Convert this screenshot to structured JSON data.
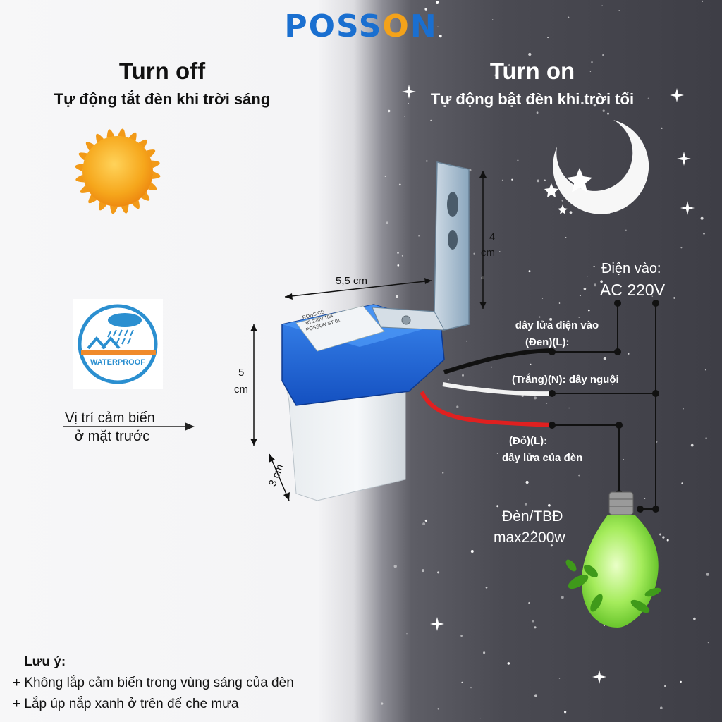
{
  "brand": {
    "prefix": "POSS",
    "o": "O",
    "suffix": "N"
  },
  "left": {
    "title": "Turn off",
    "subtitle": "Tự động tắt đèn khi trời sáng"
  },
  "right": {
    "title": "Turn on",
    "subtitle": "Tự động bật đèn khi trời tối"
  },
  "waterproof": {
    "label": "WATERPROOF"
  },
  "sensor_hint": {
    "line1": "Vị trí cảm biến",
    "line2": "ở mặt trước"
  },
  "dimensions": {
    "width": "5,5 cm",
    "height_num": "4",
    "height_unit": "cm",
    "body_num": "5",
    "body_unit": "cm",
    "depth": "3 cm"
  },
  "device_label": {
    "line1": "ROHS CE",
    "line2": "AC 220V 10A",
    "line3": "POSSON ST-01"
  },
  "power": {
    "line1": "Điện vào:",
    "line2": "AC 220V"
  },
  "wires": {
    "black_line1": "dây lửa điện vào",
    "black_line2": "(Đen)(L):",
    "white": "(Trắng)(N): dây nguội",
    "red_line1": "(Đỏ)(L):",
    "red_line2": "dây lửa của đèn"
  },
  "lamp": {
    "line1": "Đèn/TBĐ",
    "line2": "max2200w"
  },
  "notes": {
    "title": "Lưu ý:",
    "items": [
      "+ Không lắp cảm biến trong vùng sáng của đèn",
      "+ Lắp úp nắp xanh ở trên để che mưa"
    ]
  },
  "colors": {
    "brand": "#1a6fd0",
    "brand_accent": "#f3a21a",
    "cap": "#1e64d8",
    "wire_black": "#111111",
    "wire_white": "#f2f2f2",
    "wire_red": "#e02020",
    "lamp": "#8fe04a"
  }
}
